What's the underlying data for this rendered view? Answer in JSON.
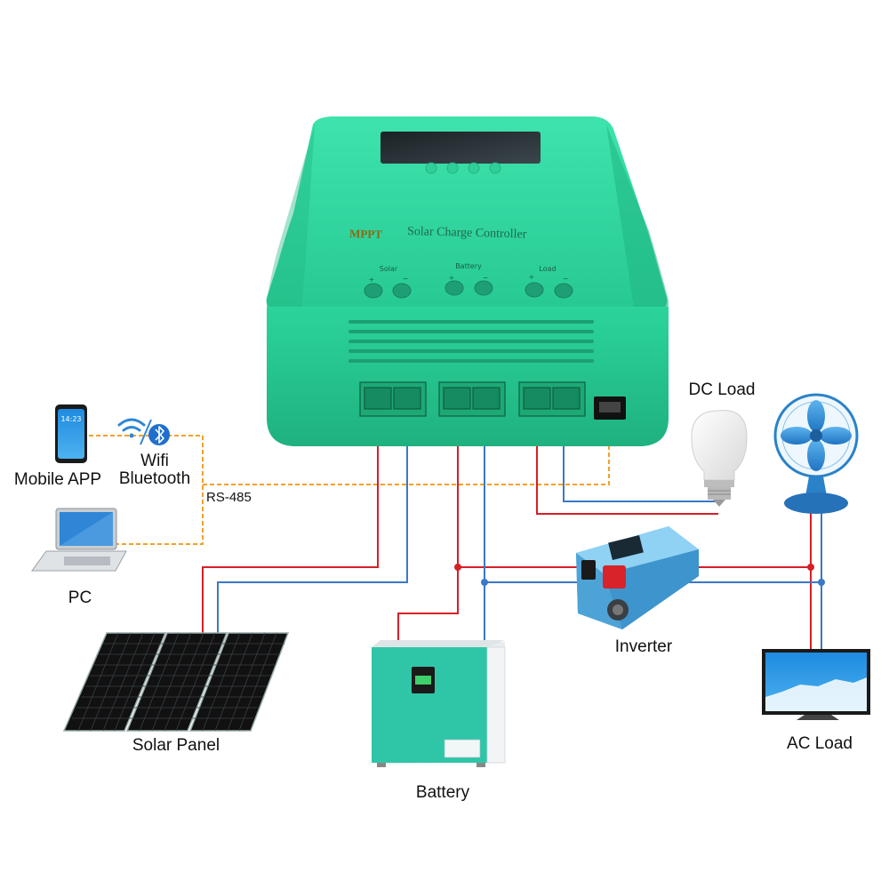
{
  "controller": {
    "brand": "MPPT",
    "title": "Solar Charge Controller",
    "terminal_labels": [
      "Solar",
      "Battery",
      "Load"
    ],
    "plus": "+",
    "minus": "−"
  },
  "labels": {
    "mobile_app": "Mobile APP",
    "wifi": "Wifi",
    "bluetooth": "Bluetooth",
    "rs485": "RS-485",
    "pc": "PC",
    "solar_panel": "Solar Panel",
    "battery": "Battery",
    "inverter": "Inverter",
    "dc_load": "DC Load",
    "ac_load": "AC Load"
  },
  "phone": {
    "time": "14:23"
  },
  "colors": {
    "controller": "#2ed8a0",
    "controller_dark": "#22b884",
    "positive_wire": "#d61f26",
    "negative_wire": "#3a78c8",
    "comm_wire": "#f0a22a",
    "inverter": "#4aa8dc",
    "battery_body": "#2fc6a8"
  }
}
